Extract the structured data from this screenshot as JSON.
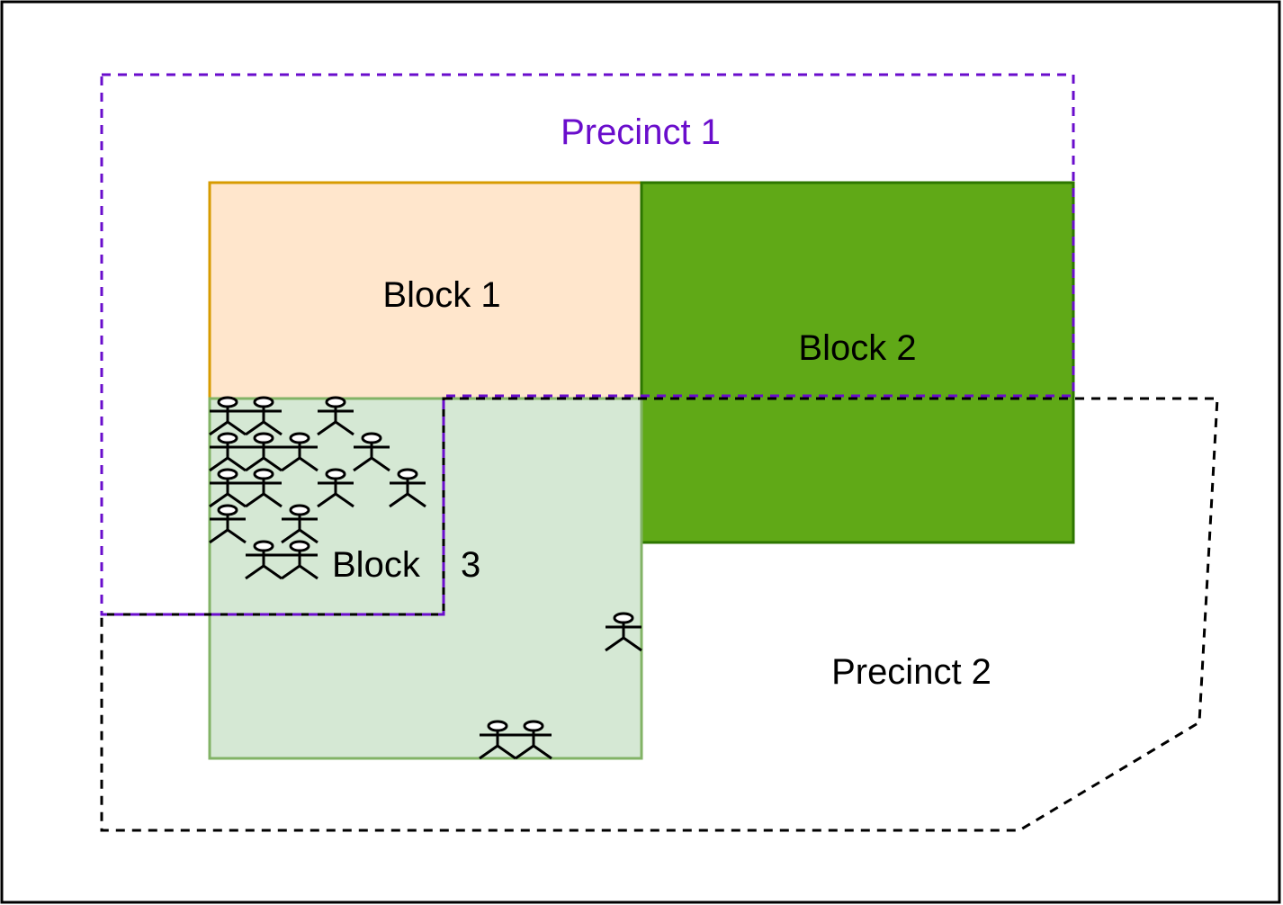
{
  "colors": {
    "precinct_1": "#6a0dcc",
    "precinct_2": "#000000",
    "block_1_fill": "#ffe6cc",
    "block_1_stroke": "#d79b00",
    "block_2_fill": "#60a917",
    "block_2_stroke": "#2d7600",
    "block_3_fill": "#d5e8d4",
    "block_3_stroke": "#82b366",
    "person": "#000000"
  },
  "labels": {
    "precinct_1": "Precinct 1",
    "precinct_2": "Precinct 2",
    "block_1": "Block 1",
    "block_2": "Block 2",
    "block_3_word": "Block",
    "block_3_number": "3"
  },
  "icons": {
    "person": "stick-figure-icon"
  }
}
